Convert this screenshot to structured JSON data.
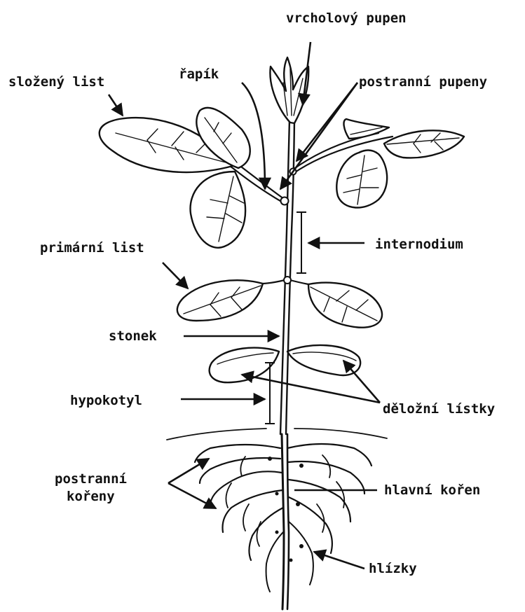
{
  "diagram": {
    "type": "plant-anatomy",
    "labels": {
      "apical_bud": "vrcholový pupen",
      "compound_leaf": "složený list",
      "petiole": "řapík",
      "lateral_buds": "postranní pupeny",
      "internode": "internodium",
      "primary_leaf": "primární list",
      "stem": "stonek",
      "hypocotyl": "hypokotyl",
      "cotyledons": "děložní lístky",
      "lateral_roots_line1": "postranní",
      "lateral_roots_line2": "kořeny",
      "taproot": "hlavní kořen",
      "nodules": "hlízky"
    },
    "colors": {
      "ink": "#111111",
      "background": "#ffffff"
    }
  }
}
